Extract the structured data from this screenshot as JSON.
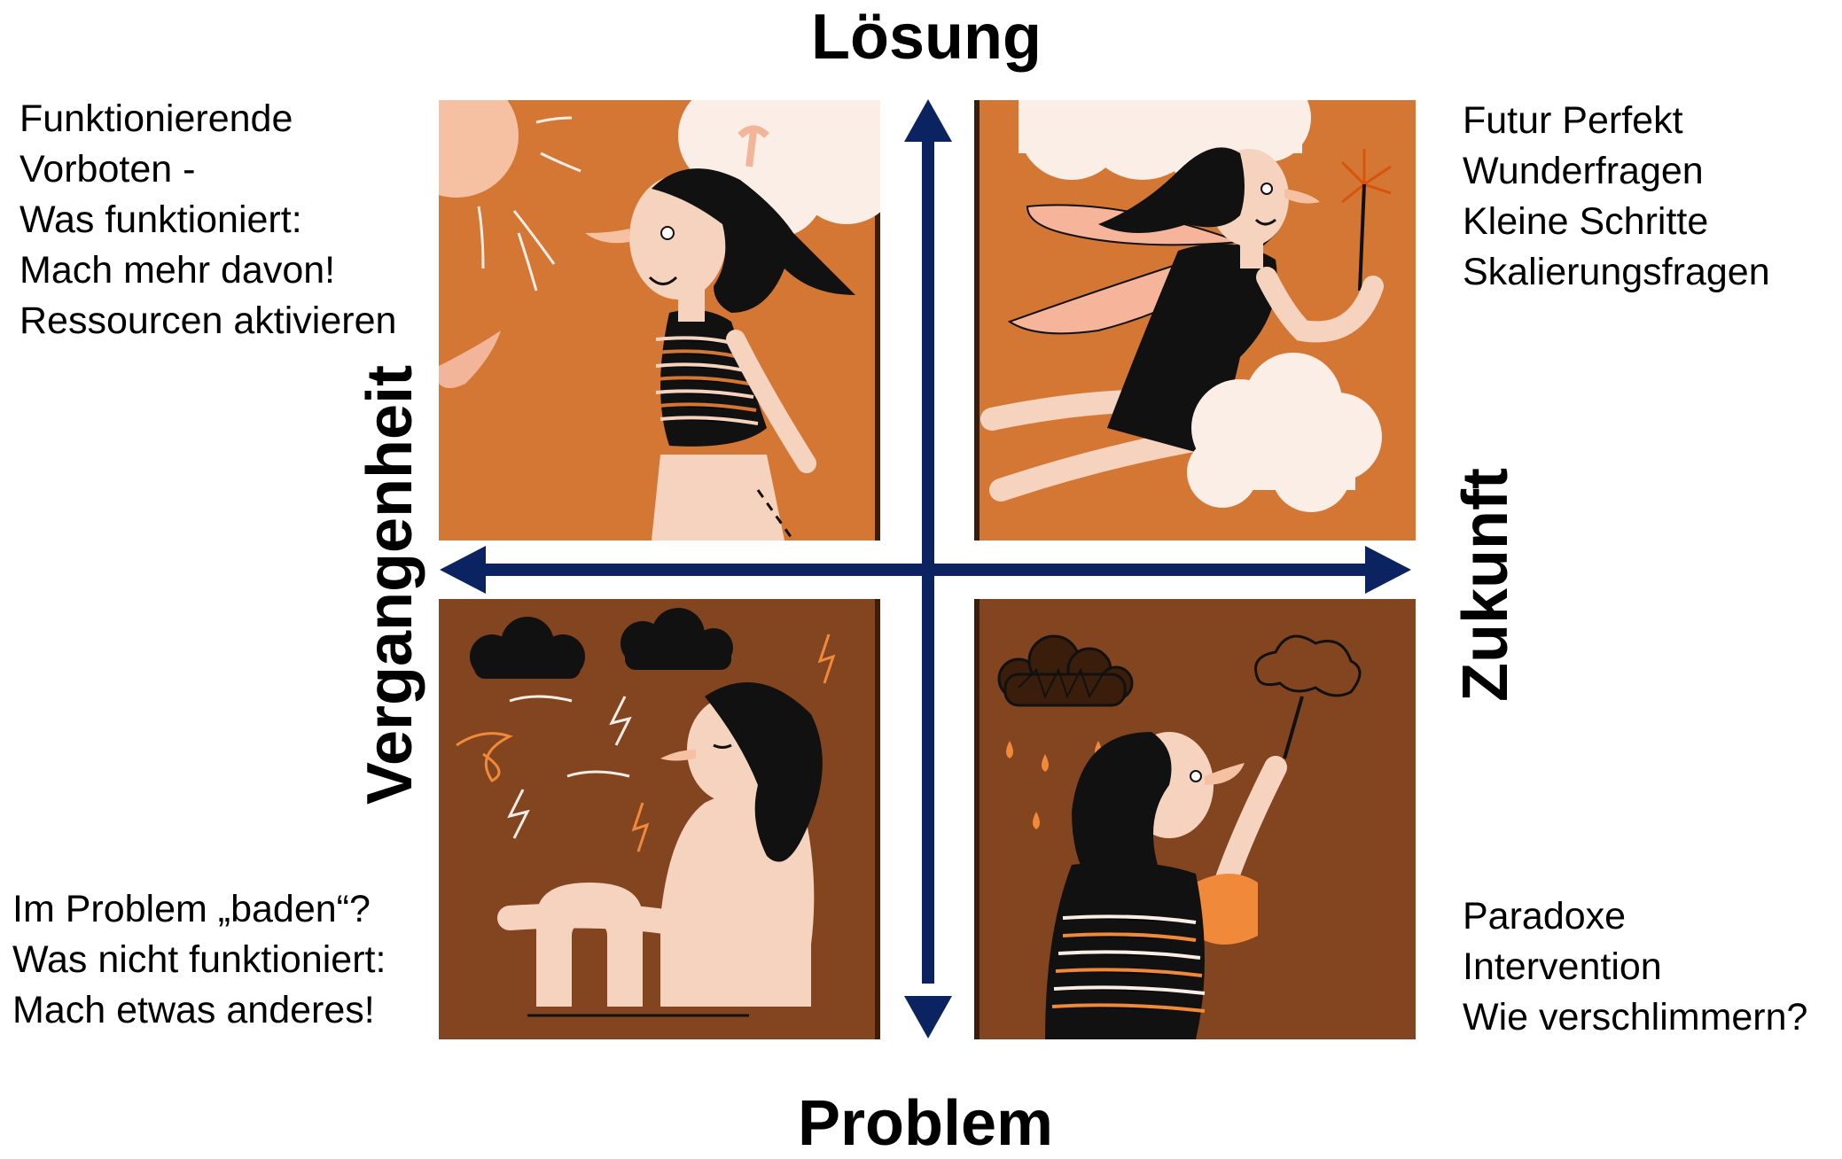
{
  "axes": {
    "top": "Lösung",
    "bottom": "Problem",
    "left": "Vergangenheit",
    "right": "Zukunft"
  },
  "quadrants": {
    "top_left": {
      "lines": [
        "Funktionierende",
        "Vorboten -",
        "Was funktioniert:",
        "Mach mehr davon!",
        "Ressourcen aktivieren"
      ]
    },
    "top_right": {
      "lines": [
        "Futur Perfekt",
        "Wunderfragen",
        "Kleine Schritte",
        "Skalierungsfragen"
      ]
    },
    "bottom_left": {
      "lines": [
        "Im Problem „baden“?",
        "Was nicht funktioniert:",
        "Mach etwas anderes!"
      ]
    },
    "bottom_right": {
      "lines": [
        "Paradoxe",
        "Intervention",
        "Wie verschlimmern?"
      ]
    }
  },
  "colors": {
    "arrow": "#0b2461",
    "panel_top": "#d47734",
    "panel_bottom": "#83451f",
    "skin": "#f6d3bf",
    "hair": "#111111",
    "cloud": "#fbeee6"
  }
}
